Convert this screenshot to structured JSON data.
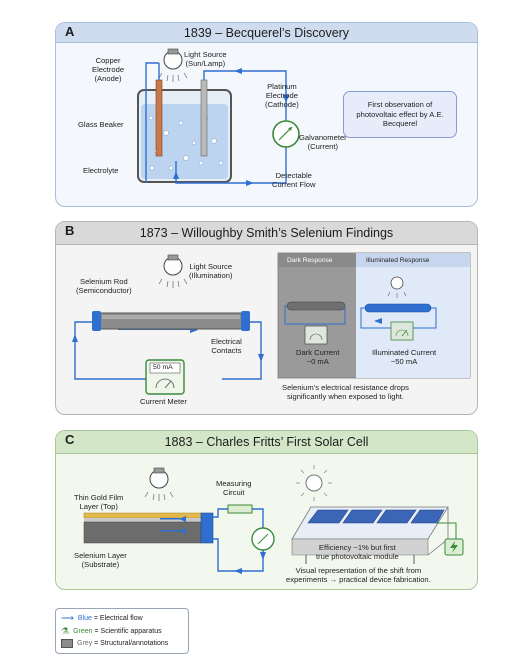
{
  "panel_a": {
    "letter": "A",
    "title": "1839 – Becquerel’s Discovery",
    "labels": {
      "light_source": "Light Source\n(Sun/Lamp)",
      "copper": "Copper\nElectrode\n(Anode)",
      "platinum": "Platinum\nElectrode\n(Cathode)",
      "glass_beaker": "Glass Beaker",
      "galvanometer": "Galvanometer\n(Current)",
      "electrolyte": "Electrolyte",
      "current_flow": "Detectable\nCurrent Flow"
    },
    "note": "First observation of photovoltaic effect by A.E. Becquerel"
  },
  "panel_b": {
    "letter": "B",
    "title": "1873 – Willoughby Smith’s Selenium Findings",
    "labels": {
      "selenium_rod": "Selenium Rod\n(Semiconductor)",
      "light_source": "Light Source\n(Illumination)",
      "contacts": "Electrical\nContacts",
      "meter_reading": "50 mA",
      "meter": "Current Meter"
    },
    "dark_tab": "Dark Response",
    "lit_tab": "Illuminated Response",
    "dark_current": "Dark Current\n~0 mA",
    "lit_current": "Illuminated Current\n~50 mA",
    "note": "Selenium’s electrical resistance drops\nsignificantly when exposed to light."
  },
  "panel_c": {
    "letter": "C",
    "title": "1883 – Charles Fritts’ First Solar Cell",
    "labels": {
      "measuring": "Measuring\nCircuit",
      "gold_film": "Thin Gold Film\nLayer (Top)",
      "selenium_layer": "Selenium Layer\n(Substrate)",
      "efficiency": "Efficiency ~1% but first\ntrue photovoltaic module"
    },
    "note": "Visual representation of the shift from\nexperiments → practical device fabrication."
  },
  "legend": {
    "blue_word": "Blue",
    "blue_rest": " = Electrical flow",
    "green_word": "Green",
    "green_rest": " = Scientific apparatus",
    "grey_word": "Grey",
    "grey_rest": " = Structural/annotations"
  },
  "colors": {
    "blue": "#2f6fd0",
    "green": "#3a8a3a",
    "grey": "#8c8c8c",
    "copper": "#c8784a"
  }
}
